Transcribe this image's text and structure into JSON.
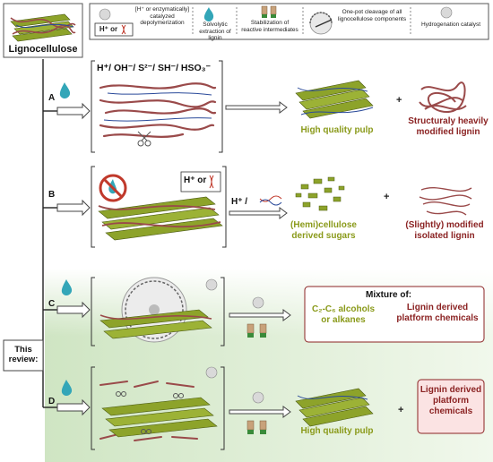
{
  "title": "Lignocellulose",
  "legend": {
    "h_or": "H⁺ or",
    "depoly": "[H⁺ or enzymatically] catalyzed depolymerization",
    "solvolytic": "Solvolytic extraction of lignin",
    "stabilization": "Stabilization of reactive intermediates",
    "onepot": "One-pot cleavage of all lignocellulose components",
    "hydrogenation": "Hydrogenation catalyst"
  },
  "rows": {
    "a": {
      "letter": "A",
      "reagents": "H⁺/ OH⁻/ S²⁻/ SH⁻/ HSO₃⁻",
      "product1": "High quality pulp",
      "plus": "+",
      "product2": "Structuraly heavily modified lignin"
    },
    "b": {
      "letter": "B",
      "h_or": "H⁺ or",
      "arrow_label": "H⁺ /",
      "product1": "(Hemi)cellulose derived sugars",
      "plus": "+",
      "product2": "(Slightly) modified isolated lignin"
    },
    "c": {
      "letter": "C",
      "mixture": "Mixture of:",
      "alcohols": "C₂-C₆ alcohols or alkanes",
      "lignin_platform": "Lignin derived platform chemicals"
    },
    "review": "This review:",
    "d": {
      "letter": "D",
      "product1": "High quality pulp",
      "plus": "+",
      "product2": "Lignin derived platform chemicals"
    }
  },
  "colors": {
    "cellulose_green": "#8da32a",
    "lignin_red": "#9a4a4a",
    "text_green": "#8a9a1a",
    "text_red": "#8b2323",
    "review_bg": "#e3f0dc",
    "droplet": "#33a6b8"
  }
}
